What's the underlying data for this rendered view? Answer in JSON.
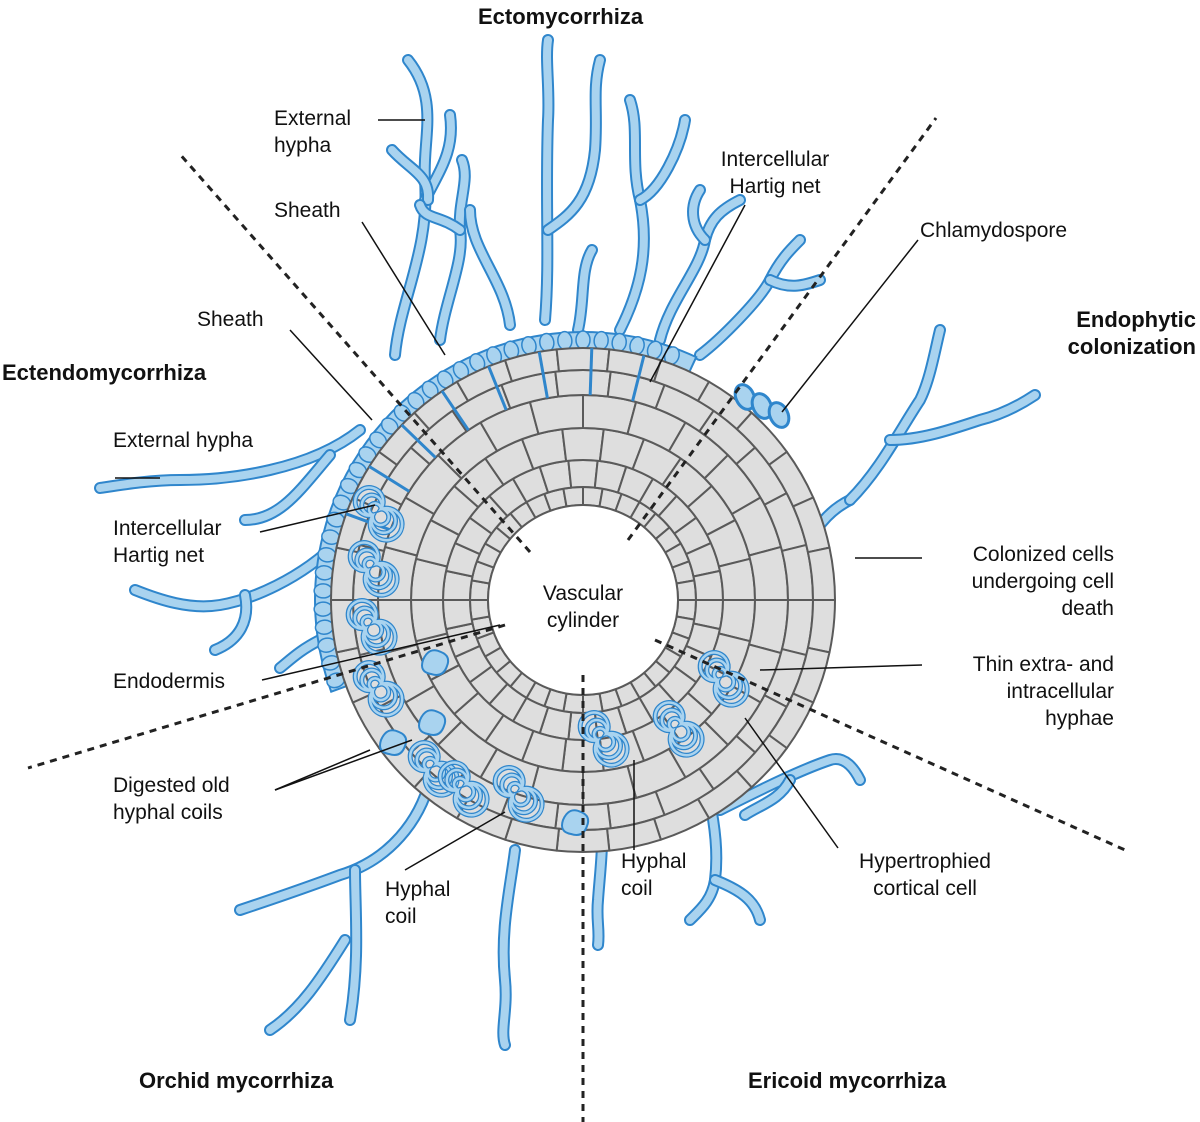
{
  "colors": {
    "hypha_fill": "#a9d3ef",
    "hypha_stroke": "#2f86cc",
    "cell_fill": "#dedede",
    "cell_stroke": "#5a5a5a",
    "divider": "#222222",
    "background": "#ffffff"
  },
  "regions": {
    "ectomycorrhiza": "Ectomycorrhiza",
    "ectendomycorrhiza": "Ectendomycorrhiza",
    "endophytic": "Endophytic\ncolonization",
    "orchid": "Orchid mycorrhiza",
    "ericoid": "Ericoid mycorrhiza"
  },
  "labels": {
    "external_hypha_top": "External\nhypha",
    "sheath_top": "Sheath",
    "intercellular_hartig_top": "Intercellular\nHartig net",
    "chlamydospore": "Chlamydospore",
    "sheath_left": "Sheath",
    "external_hypha_left": "External hypha",
    "intercellular_hartig_left": "Intercellular\nHartig net",
    "vascular_cylinder": "Vascular\ncylinder",
    "endodermis": "Endodermis",
    "colonized_cells": "Colonized cells\nundergoing cell\ndeath",
    "thin_hyphae": "Thin extra- and\nintracellular\nhyphae",
    "digested_coils": "Digested old\nhyphal coils",
    "hyphal_coil_orchid": "Hyphal\ncoil",
    "hyphal_coil_ericoid": "Hyphal\ncoil",
    "hypertrophied_cell": "Hypertrophied\ncortical cell"
  }
}
